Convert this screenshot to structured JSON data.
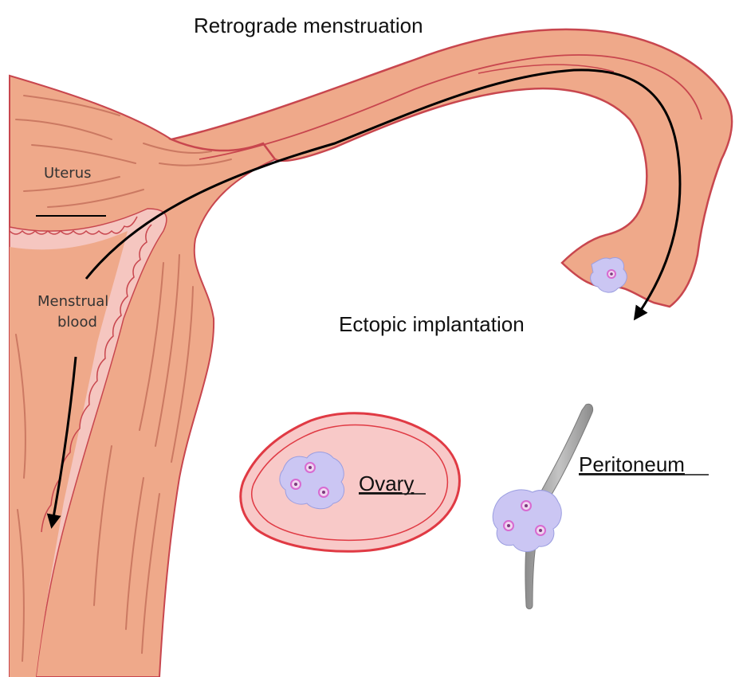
{
  "labels": {
    "retrograde": "Retrograde menstruation",
    "ectopic": "Ectopic implantation",
    "uterus": "Uterus",
    "menstrual_line1": "Menstrual",
    "menstrual_line2": "blood",
    "ovary": "Ovary",
    "peritoneum": "Peritoneum"
  },
  "colors": {
    "tissue": "#efa98a",
    "tissue_outline": "#c8464e",
    "lining": "#f5c6c0",
    "ovary_fill": "#f8c9c8",
    "ovary_outline": "#e03a44",
    "cell_fill": "#cbc6f3",
    "nucleus": "#d86ad0",
    "peritoneum_fill": "#a9a9a9",
    "arrow": "#000000"
  }
}
